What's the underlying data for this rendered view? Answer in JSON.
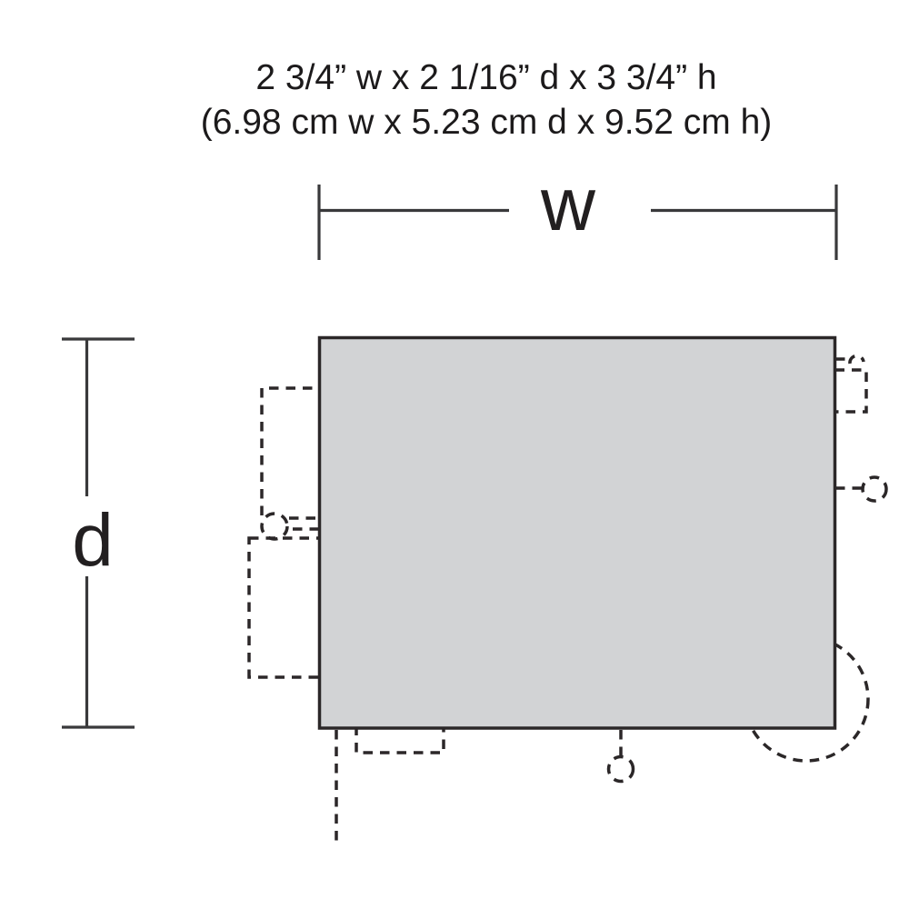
{
  "title": {
    "imperial": "2 3/4” w x 2 1/16” d x 3 3/4” h",
    "metric": "(6.98 cm w x 5.23 cm d x 9.52 cm h)"
  },
  "labels": {
    "width": "w",
    "depth": "d"
  },
  "colors": {
    "footprint_fill": "#d2d3d5",
    "outline": "#2b2728",
    "dimension_line": "#39393b",
    "text": "#1c1a1b"
  }
}
